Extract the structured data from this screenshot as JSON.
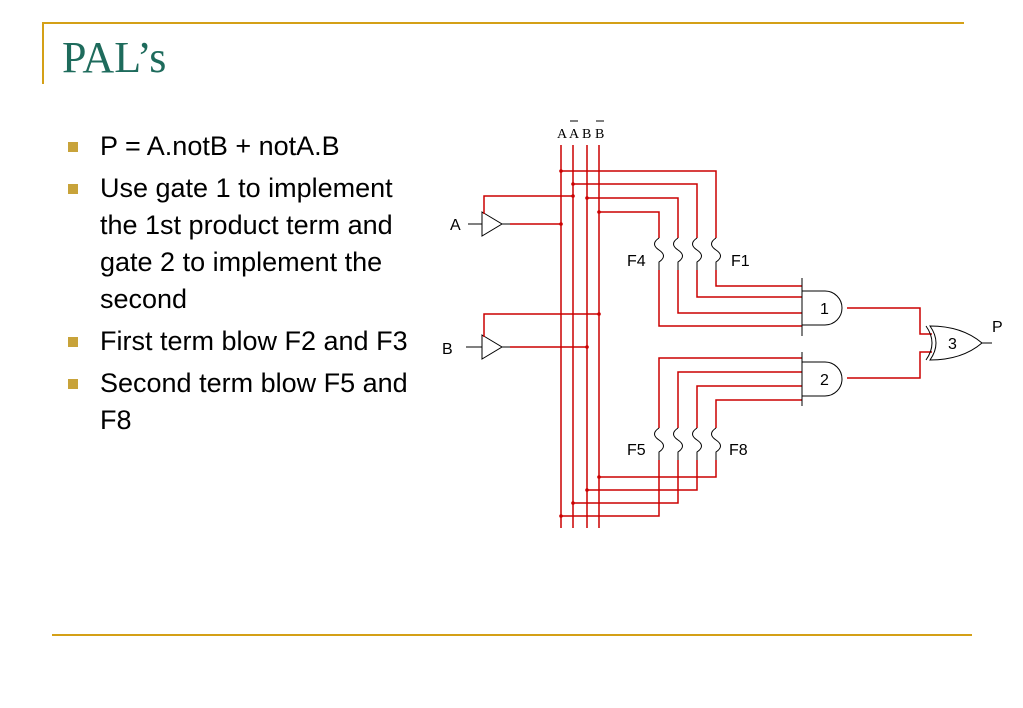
{
  "slide": {
    "title": "PAL’s",
    "bullets": [
      "P = A.notB + notA.B",
      "Use gate 1 to implement the 1st product term and gate 2 to implement the second",
      "First term blow F2 and F3",
      "Second term blow F5 and F8"
    ]
  },
  "diagram": {
    "column_labels": [
      "A",
      "A",
      "B",
      "B"
    ],
    "inputs": [
      "A",
      "B"
    ],
    "fuse_labels": [
      "F4",
      "F1",
      "F5",
      "F8"
    ],
    "gate_labels": [
      "1",
      "2",
      "3"
    ],
    "output": "P"
  },
  "colors": {
    "accent": "#d4a017",
    "title": "#1e6b5c",
    "wire": "#cc0000",
    "bullet": "#c8a33a"
  }
}
